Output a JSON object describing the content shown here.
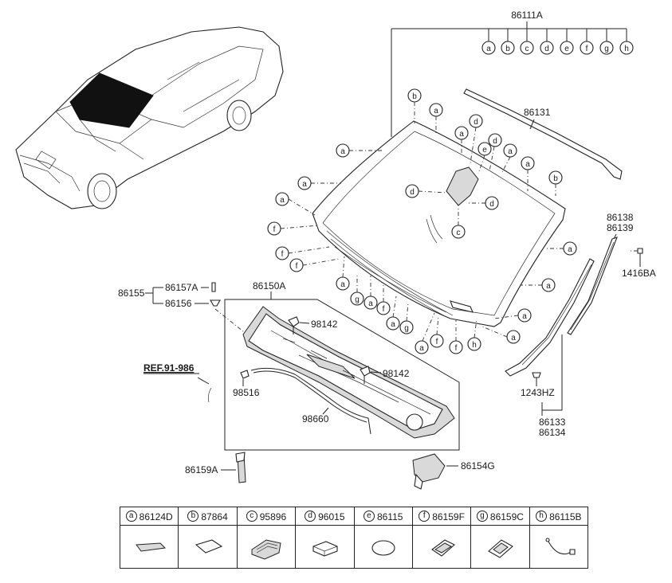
{
  "top_assembly": {
    "part_no": "86111A",
    "letters": [
      "a",
      "b",
      "c",
      "d",
      "e",
      "f",
      "g",
      "h"
    ]
  },
  "labels": {
    "molding_upper": "86131",
    "side_molding_pair": [
      "86138",
      "86139"
    ],
    "clip_side": "1416BA",
    "cowl_panel": "86150A",
    "cowl_group": "86155",
    "cowl_part_a": "86157A",
    "cowl_part_b": "86156",
    "clip_cowl_1": "98142",
    "clip_cowl_2": "98142",
    "reference": "REF.91-986",
    "nozzle": "98516",
    "hose": "98660",
    "bracket_left": "86159A",
    "bracket_right": "86154G",
    "screw": "1243HZ",
    "side_trim_pair": [
      "86133",
      "86134"
    ]
  },
  "windshield_callouts": {
    "b_top": "b",
    "a_top1": "a",
    "a_top2": "a",
    "d_top": "d",
    "e_mid": "e",
    "d_mid": "d",
    "a_top3": "a",
    "a_right_top": "a",
    "b_right": "b",
    "d_left": "d",
    "d_right": "d",
    "c_bottom": "c",
    "a_left1": "a",
    "a_left2": "a",
    "a_left3": "a",
    "f_left1": "f",
    "f_left2": "f",
    "f_left3": "f",
    "a_right1": "a",
    "a_right2": "a",
    "a_right3": "a",
    "a_right4": "a",
    "a_bot1": "a",
    "g_bot1": "g",
    "a_bot2": "a",
    "f_bot1": "f",
    "a_bot3": "a",
    "g_bot2": "g",
    "a_bot4": "a",
    "f_bot2": "f",
    "f_bot3": "f",
    "h_bot": "h"
  },
  "legend": [
    {
      "letter": "a",
      "part_no": "86124D"
    },
    {
      "letter": "b",
      "part_no": "87864"
    },
    {
      "letter": "c",
      "part_no": "95896"
    },
    {
      "letter": "d",
      "part_no": "96015"
    },
    {
      "letter": "e",
      "part_no": "86115"
    },
    {
      "letter": "f",
      "part_no": "86159F"
    },
    {
      "letter": "g",
      "part_no": "86159C"
    },
    {
      "letter": "h",
      "part_no": "86115B"
    }
  ]
}
